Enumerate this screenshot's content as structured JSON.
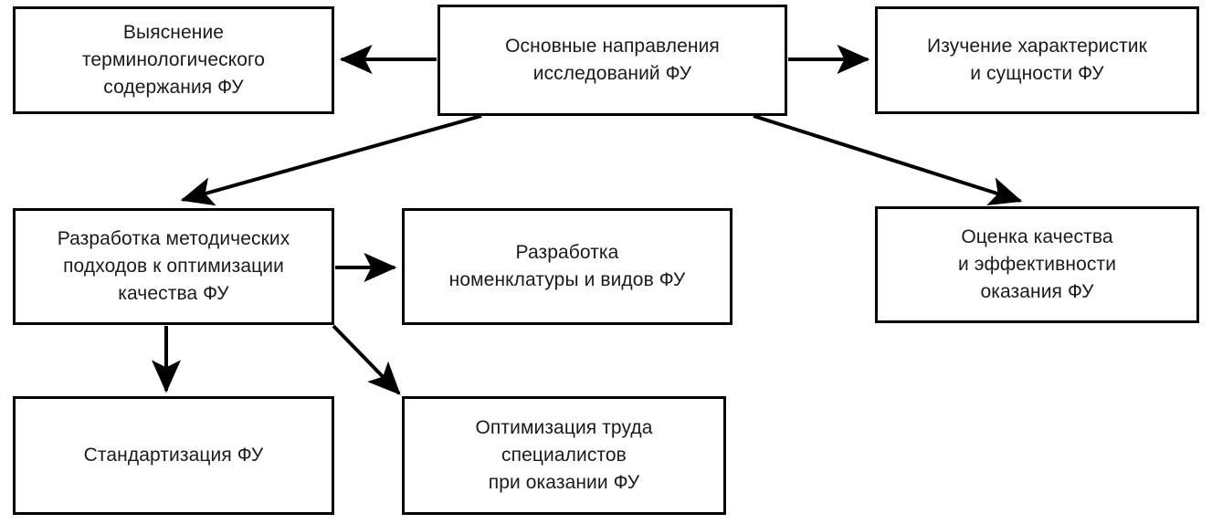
{
  "diagram": {
    "title": "Основные направления исследований ФУ",
    "language": "ru",
    "colors": {
      "background": "#ffffff",
      "box_border": "#000000",
      "box_fill": "#ffffff",
      "text": "#1a1a1a",
      "arrow": "#000000"
    },
    "nodes": [
      {
        "id": "main",
        "label": "Основные направления\nисследований ФУ",
        "role": "root"
      },
      {
        "id": "terminology",
        "label": "Выяснение\nтерминологического\nсодержания ФУ",
        "role": "branch"
      },
      {
        "id": "features",
        "label": "Изучение характеристик\nи сущности ФУ",
        "role": "branch"
      },
      {
        "id": "methods",
        "label": "Разработка методических\nподходов к оптимизации\nкачества ФУ",
        "role": "branch"
      },
      {
        "id": "quality",
        "label": "Оценка качества\nи эффективности\nоказания ФУ",
        "role": "branch"
      },
      {
        "id": "nomenclature",
        "label": "Разработка\nноменклатуры и видов ФУ",
        "role": "leaf"
      },
      {
        "id": "standard",
        "label": "Стандартизация ФУ",
        "role": "leaf"
      },
      {
        "id": "labor",
        "label": "Оптимизация труда\nспециалистов\nпри оказании ФУ",
        "role": "leaf"
      }
    ],
    "edges": [
      {
        "id": "main-to-terminology",
        "from": "main",
        "to": "terminology",
        "style": "straight-horizontal"
      },
      {
        "id": "main-to-features",
        "from": "main",
        "to": "features",
        "style": "straight-horizontal"
      },
      {
        "id": "main-to-methods",
        "from": "main",
        "to": "methods",
        "style": "diagonal"
      },
      {
        "id": "main-to-quality",
        "from": "main",
        "to": "quality",
        "style": "diagonal"
      },
      {
        "id": "methods-to-nomenclature",
        "from": "methods",
        "to": "nomenclature",
        "style": "straight-horizontal"
      },
      {
        "id": "methods-to-standard",
        "from": "methods",
        "to": "standard",
        "style": "straight-vertical"
      },
      {
        "id": "methods-to-labor",
        "from": "methods",
        "to": "labor",
        "style": "diagonal"
      }
    ]
  }
}
